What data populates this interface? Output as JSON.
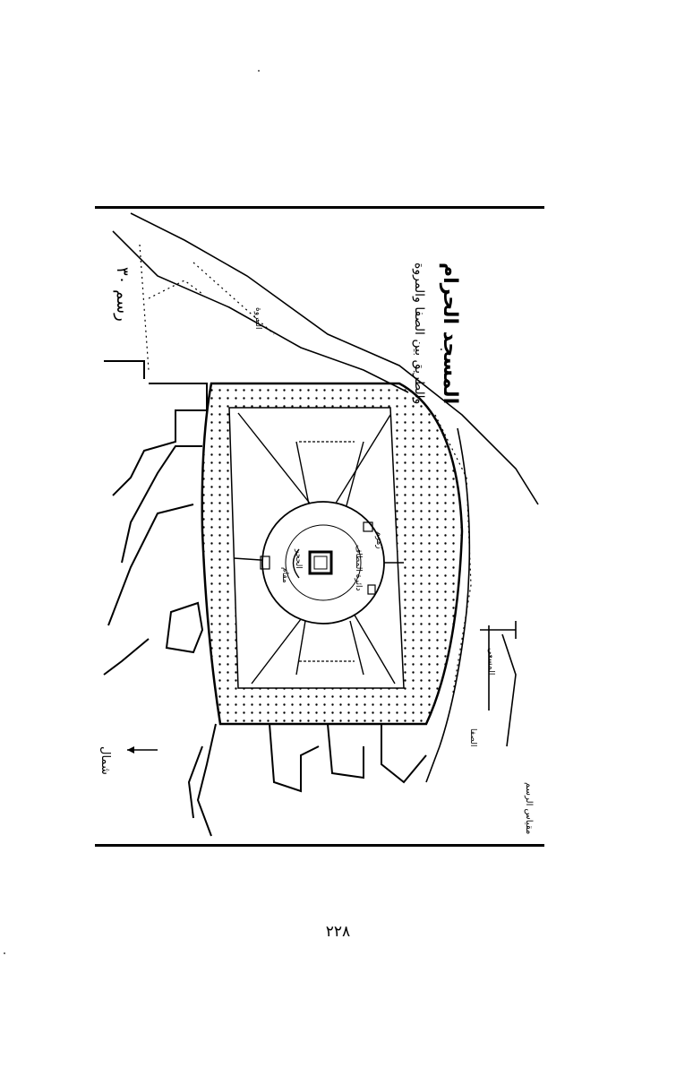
{
  "map": {
    "title": "المسجد الحرام",
    "subtitle": "والطريق بين الصفا والمروة",
    "figure_label": "رسم ۳۰",
    "north_label": "شمال",
    "labels": {
      "kaaba_area": "مقام",
      "zamzam": "زمزم",
      "hijr": "الحجر",
      "mataf": "دائرة المطاف",
      "mas_a": "المسعى",
      "safa": "الصفا",
      "marwa": "المروة",
      "scale_note": "مقياس الرسم"
    }
  },
  "page": {
    "number": "۲۲۸"
  }
}
